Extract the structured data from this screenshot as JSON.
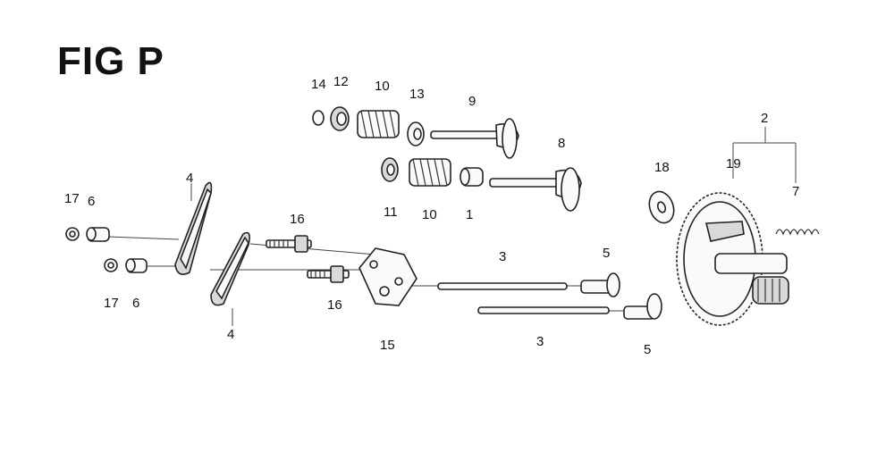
{
  "title": "FIG P",
  "callouts": [
    "14",
    "12",
    "10",
    "13",
    "9",
    "8",
    "11",
    "10",
    "1",
    "4",
    "17",
    "6",
    "16",
    "17",
    "6",
    "4",
    "16",
    "15",
    "3",
    "3",
    "5",
    "5",
    "18",
    "19",
    "2",
    "7"
  ]
}
